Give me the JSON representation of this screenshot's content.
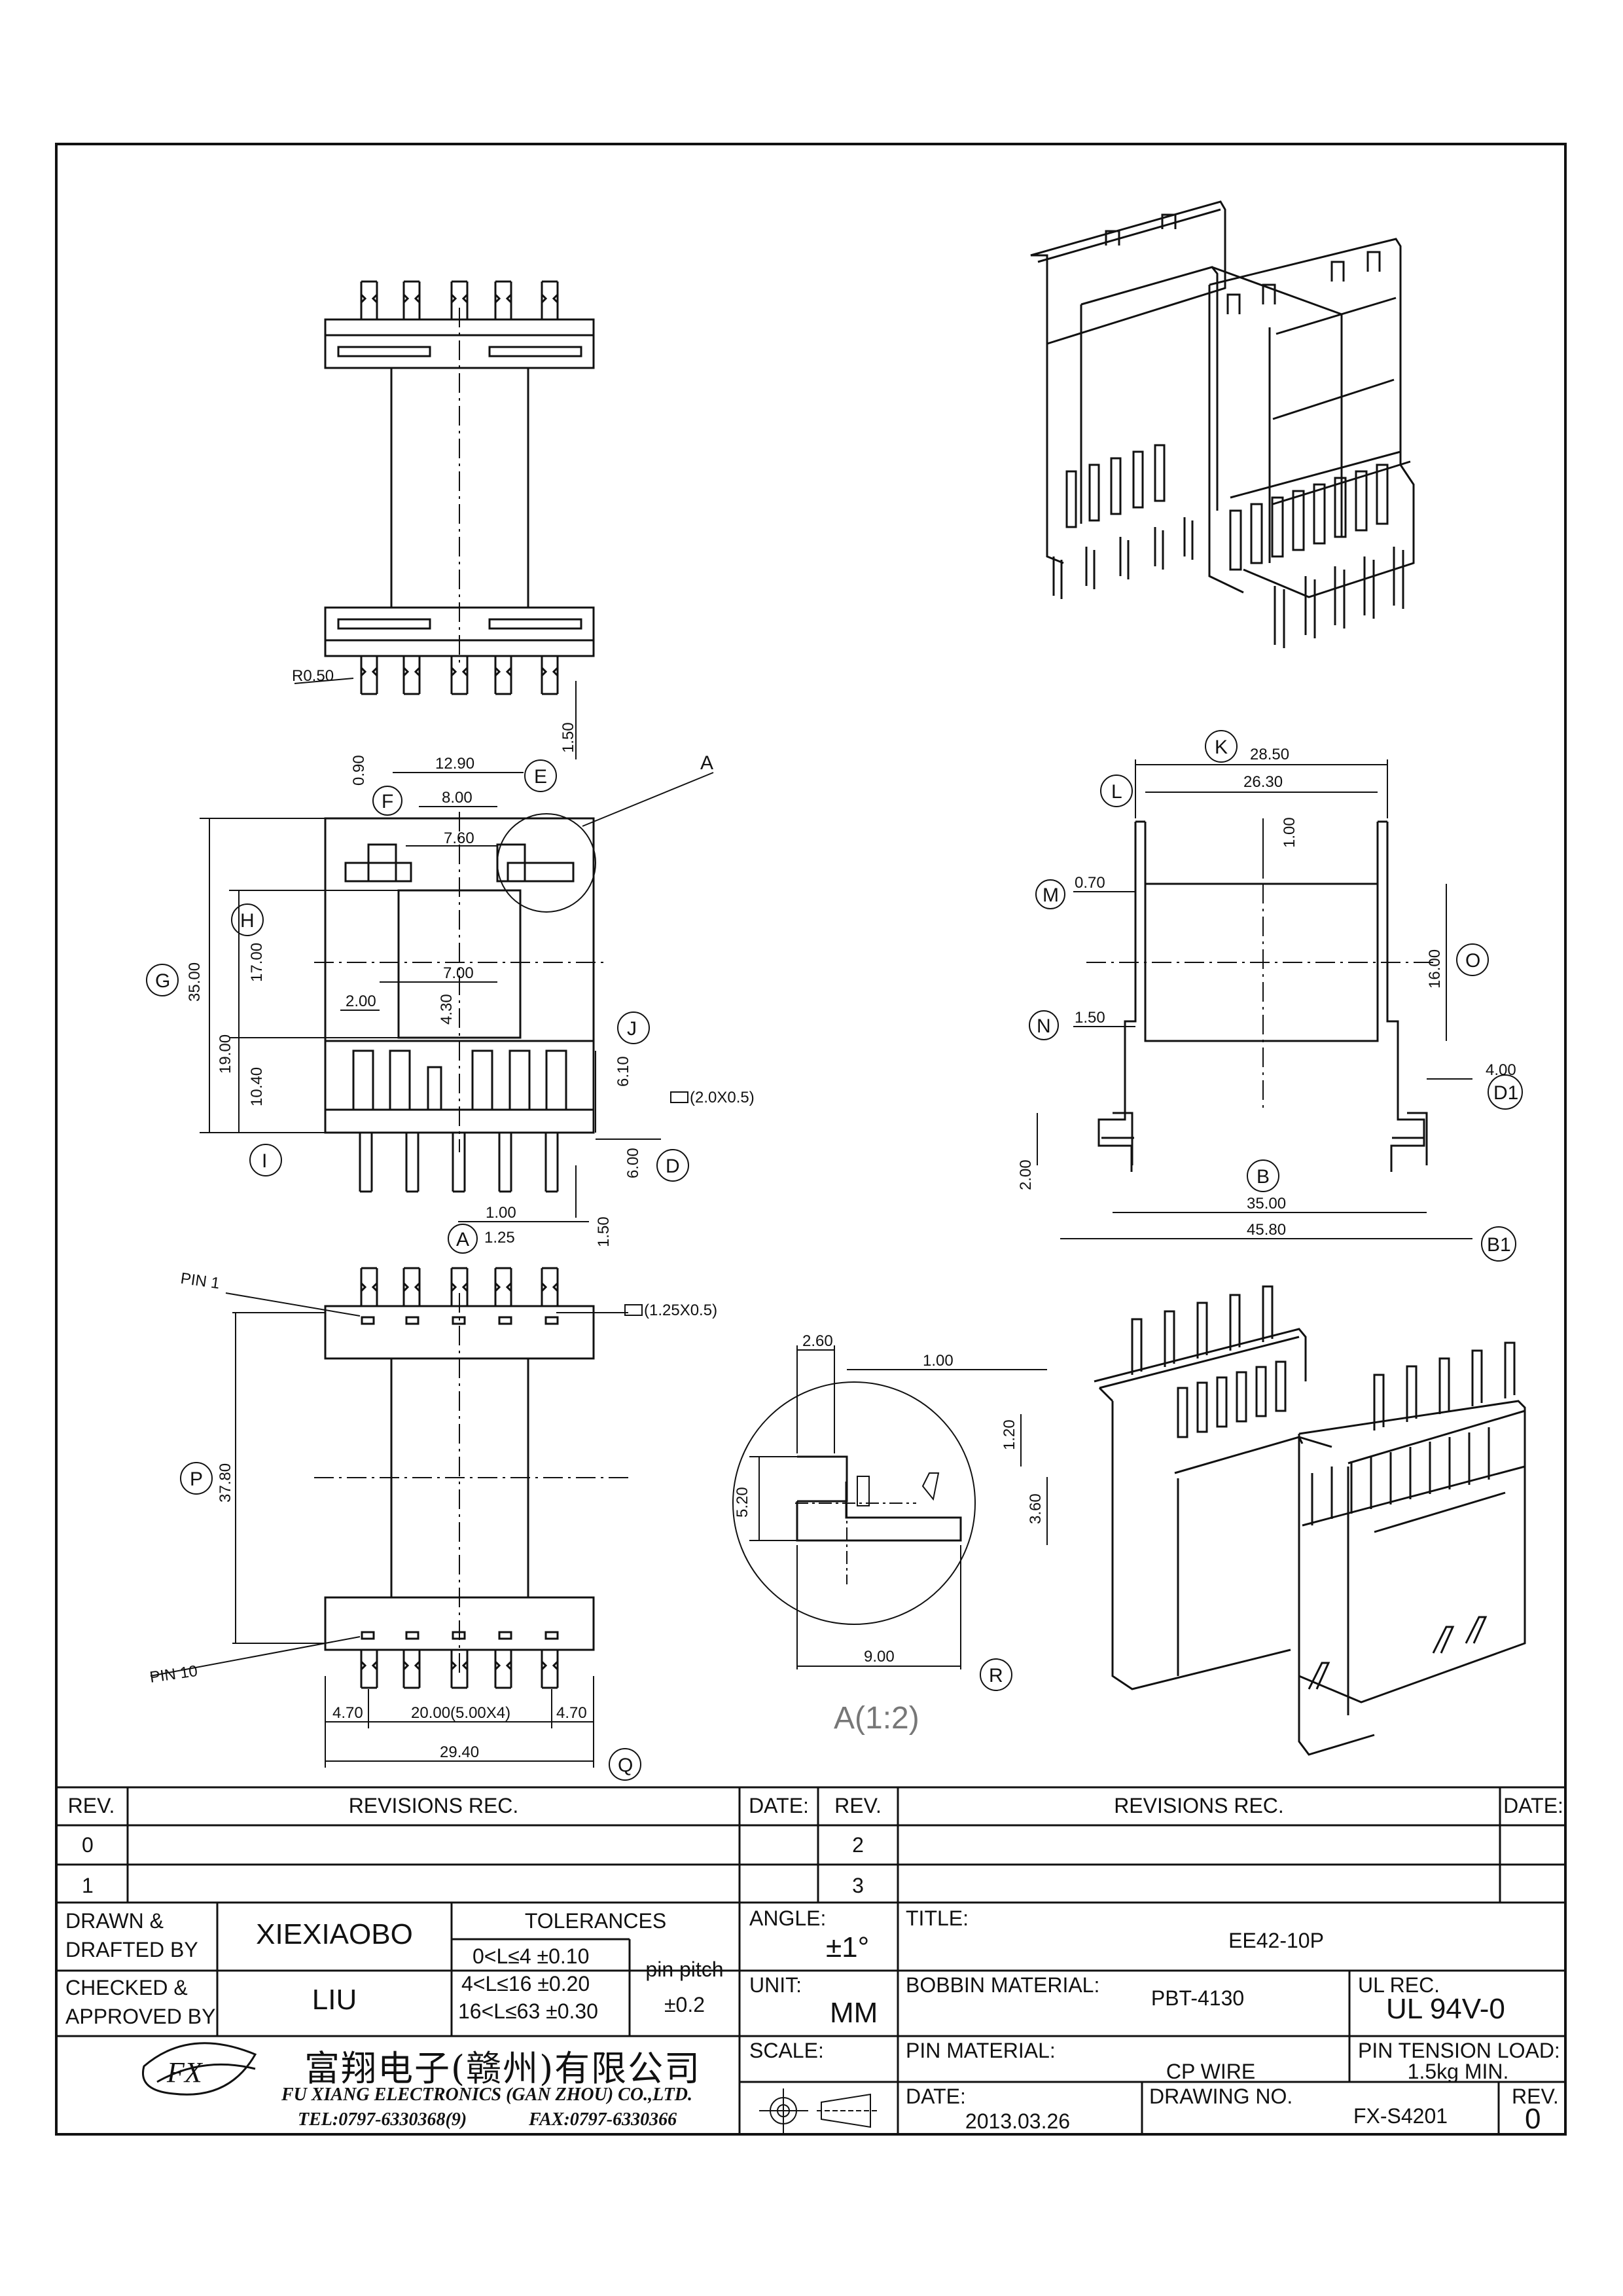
{
  "top_view": {
    "r_label": "R0.50",
    "dim_1_50": "1.50"
  },
  "front_view": {
    "dims": {
      "d12_90": "12.90",
      "d8_00": "8.00",
      "d7_60": "7.60",
      "d0_90": "0.90",
      "d35_00": "35.00",
      "d17_00": "17.00",
      "d19_00": "19.00",
      "d10_40": "10.40",
      "d7_00": "7.00",
      "d4_30": "4.30",
      "d2_00": "2.00",
      "d6_10": "6.10",
      "d6_00": "6.00",
      "d1_00": "1.00",
      "d1_25": "1.25",
      "d1_50": "1.50",
      "pin_section": "(2.0X0.5)"
    },
    "bubbles": [
      "E",
      "F",
      "G",
      "H",
      "I",
      "J",
      "D",
      "A"
    ],
    "detail_label": "A"
  },
  "side_view": {
    "dims": {
      "d28_50": "28.50",
      "d26_30": "26.30",
      "d1_00": "1.00",
      "d0_70": "0.70",
      "d16_00": "16.00",
      "d1_50": "1.50",
      "d4_00": "4.00",
      "d2_00": "2.00",
      "d35_00": "35.00",
      "d45_80": "45.80"
    },
    "bubbles": [
      "K",
      "L",
      "M",
      "O",
      "N",
      "D1",
      "B",
      "B1"
    ]
  },
  "bottom_view": {
    "pin1": "PIN 1",
    "pin10": "PIN 10",
    "pin_section": "(1.25X0.5)",
    "dims": {
      "d37_80": "37.80",
      "d4_70a": "4.70",
      "d20_00": "20.00(5.00X4)",
      "d4_70b": "4.70",
      "d29_40": "29.40"
    },
    "bubbles": [
      "P",
      "Q"
    ]
  },
  "detail_view": {
    "dims": {
      "d2_60": "2.60",
      "d1_00": "1.00",
      "d1_20": "1.20",
      "d5_20": "5.20",
      "d3_60": "3.60",
      "d9_00": "9.00"
    },
    "bubble": "R",
    "caption": "A(1:2)"
  },
  "title_block": {
    "rev_header": "REV.",
    "revisions_header": "REVISIONS    REC.",
    "date_header": "DATE:",
    "rev_rows_left": [
      "0",
      "1"
    ],
    "rev_rows_right": [
      "2",
      "3"
    ],
    "drawn_label": "DRAWN &\nDRAFTED BY",
    "drawn_value": "XIEXIAOBO",
    "checked_label": "CHECKED &\nAPPROVED BY",
    "checked_value": "LIU",
    "tolerances_label": "TOLERANCES",
    "tol_rows": [
      "0<L≤4    ±0.10",
      "4<L≤16  ±0.20",
      "16<L≤63  ±0.30"
    ],
    "pin_pitch_label": "pin pitch",
    "pin_pitch_value": "±0.2",
    "angle_label": "ANGLE:",
    "angle_value": "±1°",
    "unit_label": "UNIT:",
    "unit_value": "MM",
    "scale_label": "SCALE:",
    "title_label": "TITLE:",
    "title_value": "EE42-10P",
    "bobbin_label": "BOBBIN MATERIAL:",
    "bobbin_value": "PBT-4130",
    "ul_label": "UL REC.",
    "ul_value": "UL  94V-0",
    "pin_material_label": "PIN MATERIAL:",
    "pin_material_value": "CP WIRE",
    "pin_tension_label": "PIN TENSION LOAD:",
    "pin_tension_value": "1.5kg  MIN.",
    "date_label": "DATE:",
    "date_value": "2013.03.26",
    "drawing_no_label": "DRAWING NO.",
    "drawing_no_value": "FX-S4201",
    "rev_label": "REV.",
    "rev_value": "0",
    "company_cn": "富翔电子(赣州)有限公司",
    "company_en": "FU XIANG ELECTRONICS (GAN ZHOU) CO.,LTD.",
    "tel": "TEL:0797-6330368(9)",
    "fax": "FAX:0797-6330366",
    "logo_text": "FX"
  }
}
